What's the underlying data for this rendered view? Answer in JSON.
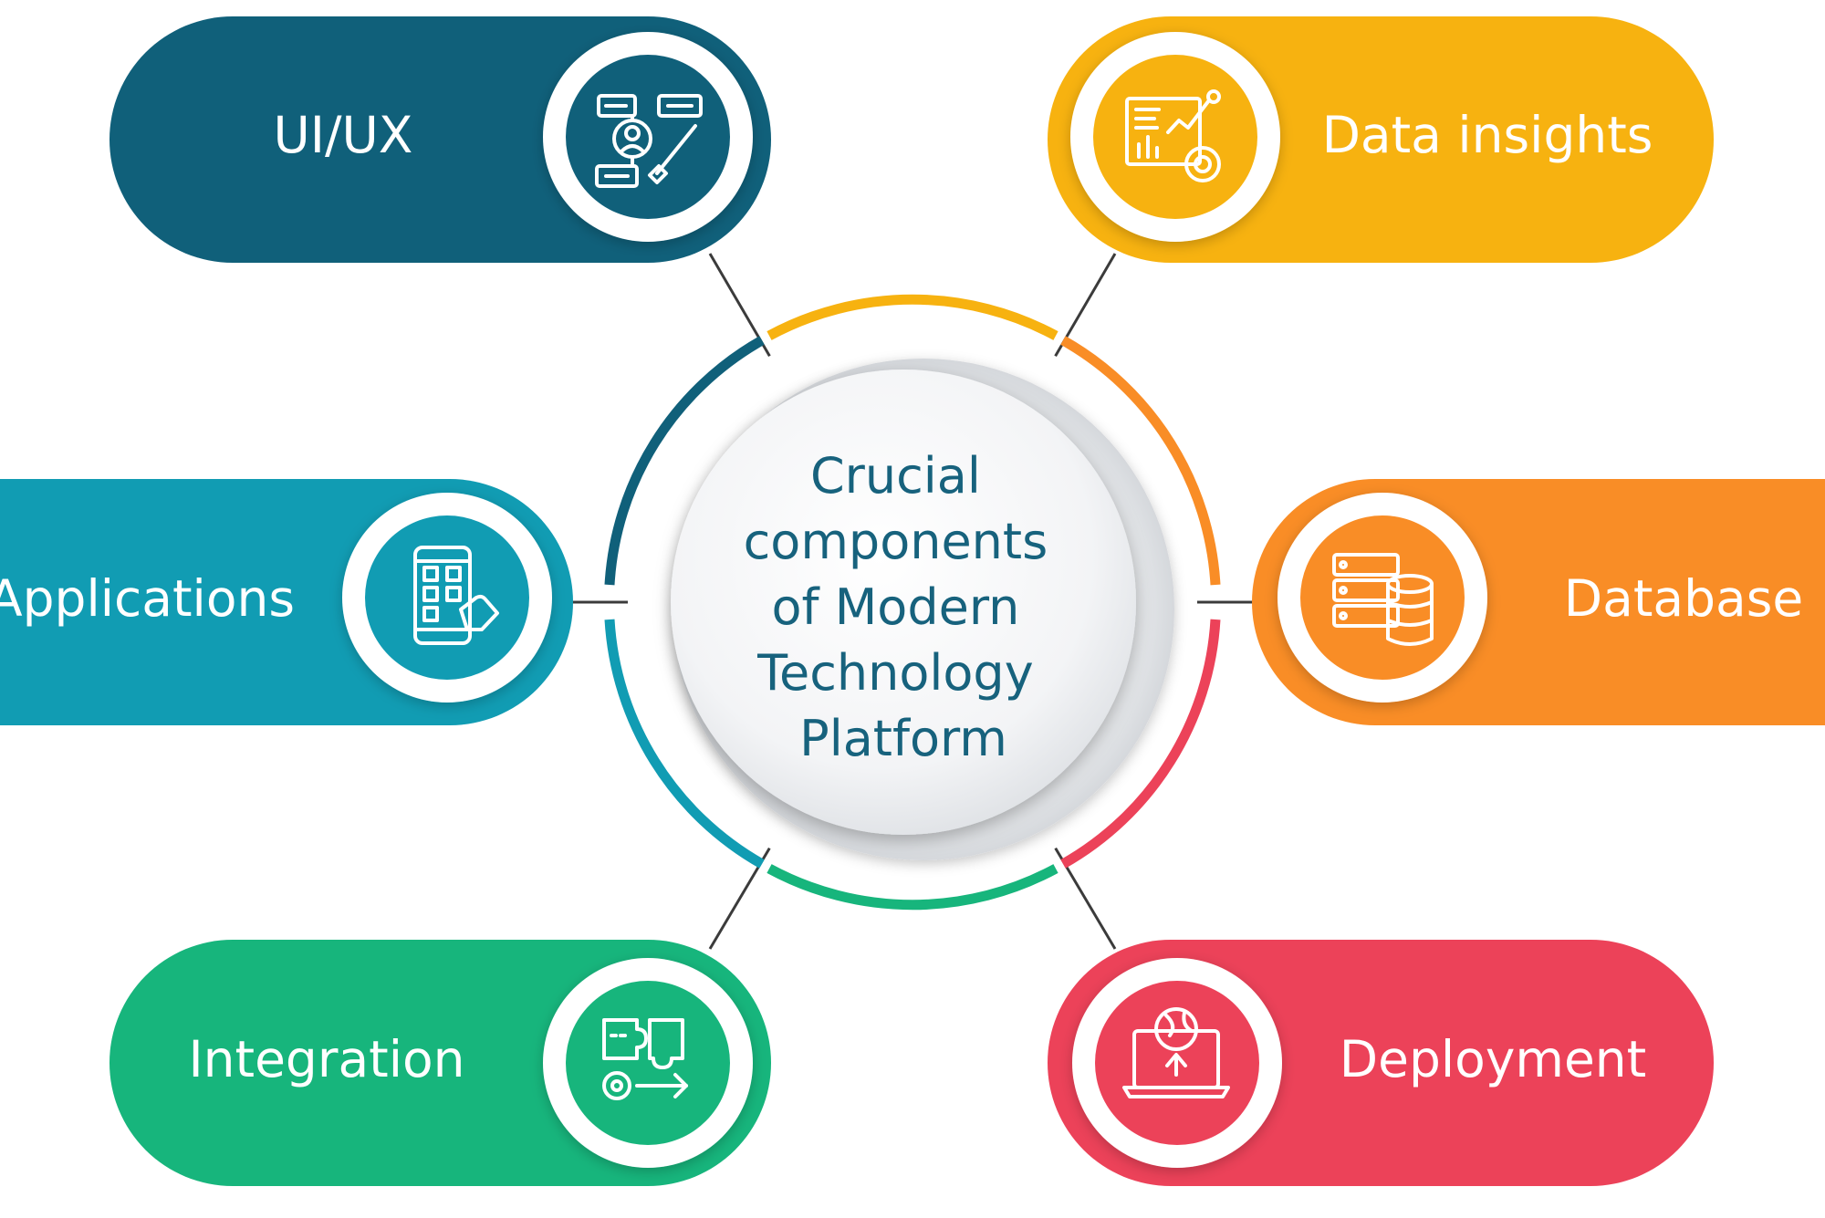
{
  "center": {
    "lines": [
      "Crucial",
      "components",
      "of Modern",
      "Technology",
      "Platform"
    ]
  },
  "components": {
    "uiux": {
      "label": "UI/UX",
      "color": "#10607a",
      "icon": "ui-ux-design-icon"
    },
    "data_insights": {
      "label": "Data insights",
      "color": "#f7b210",
      "icon": "analytics-chart-icon"
    },
    "applications": {
      "label": "Applications",
      "color": "#119cb3",
      "icon": "mobile-app-touch-icon"
    },
    "database": {
      "label": "Database",
      "color": "#f98d26",
      "icon": "database-server-icon"
    },
    "integration": {
      "label": "Integration",
      "color": "#17b57c",
      "icon": "puzzle-integration-icon"
    },
    "deployment": {
      "label": "Deployment",
      "color": "#ec4259",
      "icon": "laptop-upload-globe-icon"
    }
  }
}
